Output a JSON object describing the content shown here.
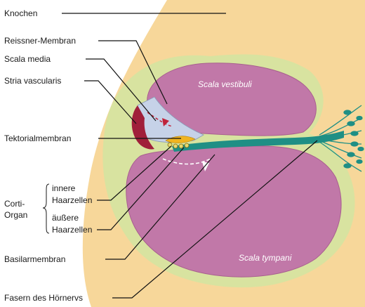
{
  "labels": {
    "knochen": "Knochen",
    "reissner": "Reissner-Membran",
    "scala_media": "Scala media",
    "stria": "Stria vascularis",
    "tektorial": "Tektorialmembran",
    "corti_line1": "Corti-",
    "corti_line2": "Organ",
    "innere_line1": "innere",
    "innere_line2": "Haarzellen",
    "aeussere_line1": "äußere",
    "aeussere_line2": "Haarzellen",
    "basilar": "Basilarmembran",
    "fasern": "Fasern des Hörnervs"
  },
  "regions": {
    "vestibuli": "Scala vestibuli",
    "tympani": "Scala tympani"
  },
  "colors": {
    "bone": "#f7d79a",
    "scala": "#c178a8",
    "scala_edge": "#a8608f",
    "green": "#d8e3a0",
    "media": "#c6d2e8",
    "stria": "#a01f3a",
    "nerve": "#1f8f85",
    "tectorial": "#f0b420"
  },
  "icons": [
    "arrow-down-icon",
    "arrow-down-icon"
  ]
}
